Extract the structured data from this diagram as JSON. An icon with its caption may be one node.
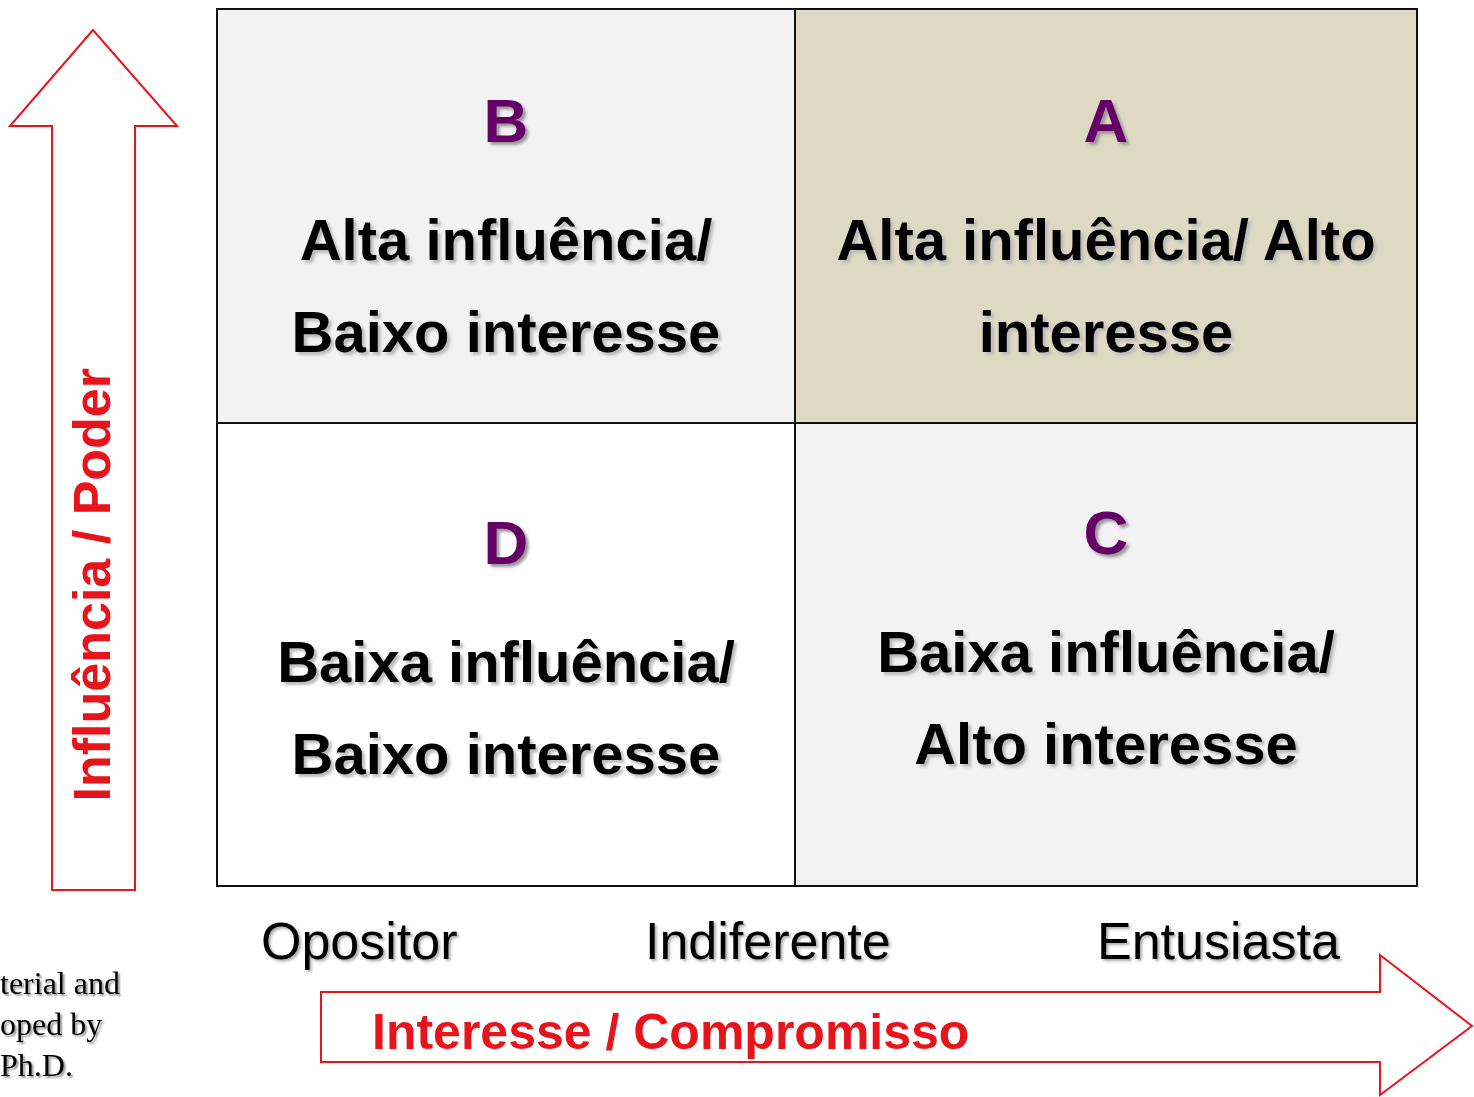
{
  "diagram": {
    "nodes": [
      {
        "text": [
          "B",
          "Alta influência/ Baixo interesse"
        ]
      },
      {
        "text": [
          "A",
          "Alta influência/ Alto interesse"
        ]
      },
      {
        "text": [
          "D",
          "Baixa influência/ Baixo interesse"
        ]
      },
      {
        "text": [
          "C",
          "Baixa influência/ Alto interesse"
        ]
      },
      {
        "text": [
          "Influência / Poder"
        ]
      },
      {
        "text": [
          "Interesse / Compromisso"
        ]
      }
    ],
    "labels": [
      "Opositor",
      "Indiferente",
      "Entusiasta",
      "terial and oped by Ph.D."
    ]
  }
}
